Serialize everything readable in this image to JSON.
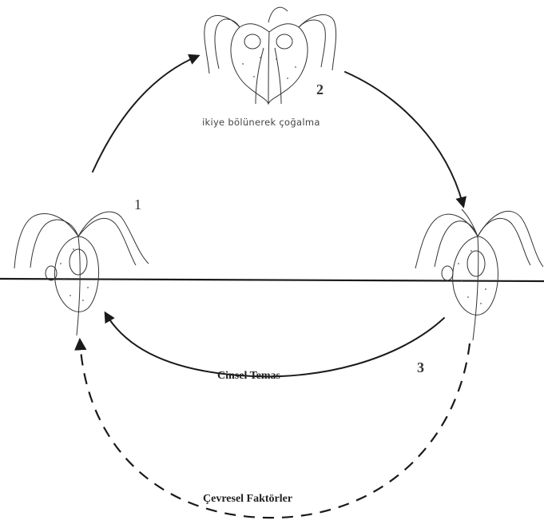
{
  "stages": [
    {
      "number": "1"
    },
    {
      "number": "2",
      "caption": "ikiye bölünerek çoğalma"
    },
    {
      "number": "3"
    }
  ],
  "labels": {
    "sexual_contact": "Cinsel Temas",
    "environmental_factors": "Çevresel Faktörler"
  }
}
